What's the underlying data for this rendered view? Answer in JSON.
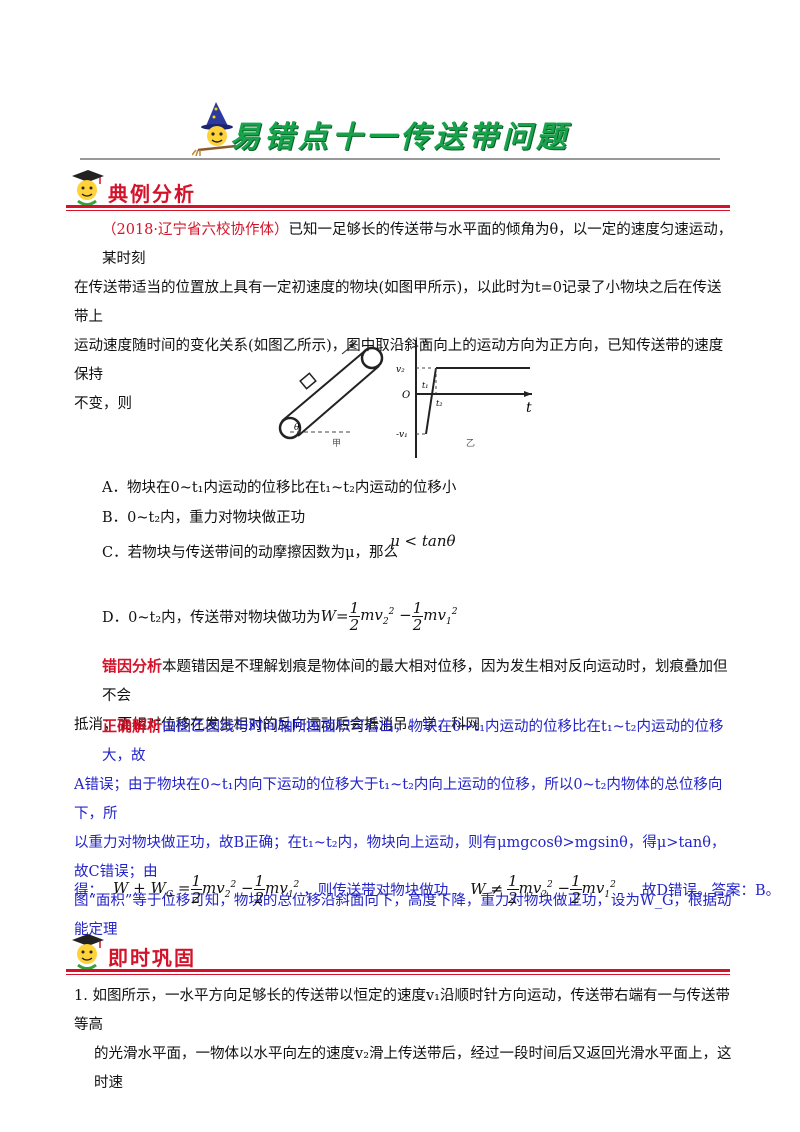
{
  "header": {
    "title_left": "易错点十一",
    "title_right": "传送带问题",
    "mascot_icon": "wizard-mascot-icon"
  },
  "section1": {
    "heading": "典例分析"
  },
  "problem": {
    "source": "（2018·辽宁省六校协作体）",
    "line1": "已知一足够长的传送带与水平面的倾角为θ，以一定的速度匀速运动，某时刻",
    "line2": "在传送带适当的位置放上具有一定初速度的物块(如图甲所示)，以此时为t=0记录了小物块之后在传送带上",
    "line3": "运动速度随时间的变化关系(如图乙所示)，图中取沿斜面向上的运动方向为正方向，已知传送带的速度保持",
    "line4": "不变，则"
  },
  "figure": {
    "label_theta": "θ",
    "label_jia": "甲",
    "label_v": "v",
    "label_v2": "v₂",
    "label_O": "O",
    "label_t1": "t₁",
    "label_t2": "t₂",
    "label_t": "t",
    "label_mv1": "-v₁",
    "label_yi": "乙"
  },
  "options": {
    "A": "A．物块在0~t₁内运动的位移比在t₁~t₂内运动的位移小",
    "B": "B．0~t₂内，重力对物块做正功",
    "C": "C．若物块与传送带间的动摩擦因数为μ，那么",
    "C_math": "μ < tanθ",
    "D": "D．0~t₂内，传送带对物块做功为",
    "D_eq": "W=",
    "frac_half": "1",
    "frac_two": "2"
  },
  "error_analysis": {
    "label": "错因分析",
    "line1": "本题错因是不理解划痕是物体间的最大相对位移，因为发生相对反向运动时，划痕叠加但不会",
    "line2": "抵消；而相对位移在发生相对的反向运动后会抵消吊。学，科网"
  },
  "correct_analysis": {
    "label": "正确解析",
    "line1": "由图乙图线与时间轴所围面积可看出，物块在0~t₁内运动的位移比在t₁~t₂内运动的位移大，故",
    "line2": "A错误；由于物块在0~t₁内向下运动的位移大于t₁~t₂内向上运动的位移，所以0~t₂内物体的总位移向下，所",
    "line3": "以重力对物块做正功，故B正确；在t₁~t₂内，物块向上运动，则有μmgcosθ>mgsinθ，得μ>tanθ，故C错误；由",
    "line4": "图“面积”等于位移可知，物块的总位移沿斜面向下，高度下降，重力对物块做正功，设为W_G，根据动能定理",
    "de": "得：",
    "mid": "，则传送带对物块做功",
    "end": "故D错误。答案：B。",
    "eq1_lhs": "W + W",
    "eq1_sub": "G",
    "eq2_lhs": "W ≠"
  },
  "section2": {
    "heading": "即时巩固"
  },
  "exercise": {
    "line1": "1. 如图所示，一水平方向足够长的传送带以恒定的速度v₁沿顺时针方向运动，传送带右端有一与传送带等高",
    "line2": "的光滑水平面，一物体以水平向左的速度v₂滑上传送带后，经过一段时间后又返回光滑水平面上，这时速"
  }
}
